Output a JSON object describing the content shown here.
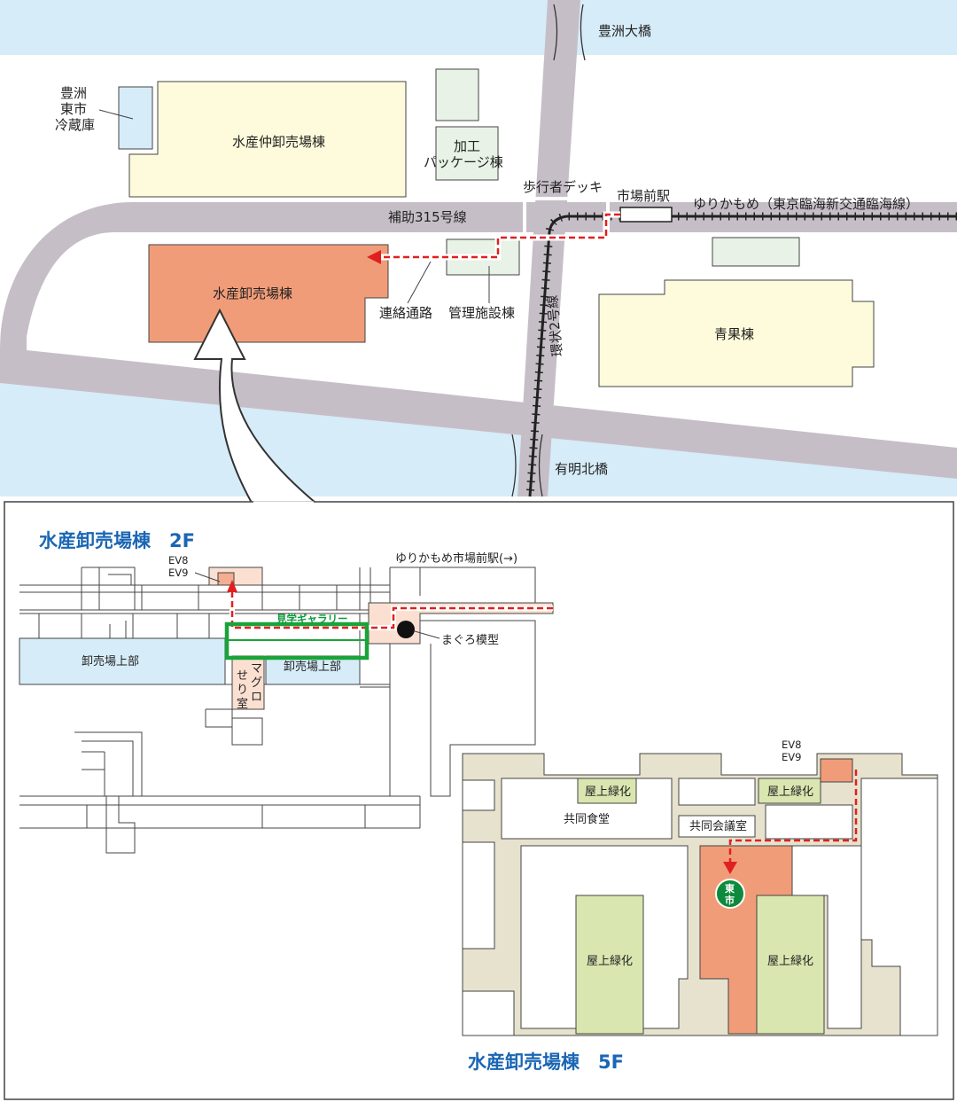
{
  "colors": {
    "water": "#d6ecf8",
    "road": "#c6bec7",
    "building_pale_yellow": "#fdfbdb",
    "building_pale_green": "#e8f2e6",
    "building_highlight": "#f19c79",
    "floor_plan_floor": "#e6e2ce",
    "rooftop_green": "#d9e6b0",
    "route_red": "#e02020",
    "gallery_green": "#1aa33a",
    "ev_orange": "#f4ae8f",
    "pale_pink": "#fbe0d2",
    "title_blue": "#1a66b3"
  },
  "map": {
    "bridge_top": "豊洲大橋",
    "bridge_bottom": "有明北橋",
    "cold_storage": [
      "豊洲",
      "東市",
      "冷蔵庫"
    ],
    "intermediate_wholesale": "水産仲卸売場棟",
    "processing_package": [
      "加工",
      "パッケージ棟"
    ],
    "pedestrian_deck": "歩行者デッキ",
    "station": "市場前駅",
    "yurikamome": "ゆりかもめ（東京臨海新交通臨海線）",
    "road_315": "補助315号線",
    "wholesale_building": "水産卸売場棟",
    "connecting_passage": "連絡通路",
    "management_building": "管理施設棟",
    "ring_road_2": "環状2号線",
    "vegetable_building": "青果棟"
  },
  "floor_2f": {
    "title": "水産卸売場棟　2F",
    "ev": [
      "EV8",
      "EV9"
    ],
    "station_direction": "ゆりかもめ市場前駅(→)",
    "gallery": "見学ギャラリー",
    "tuna_model": "まぐろ模型",
    "upper_left": "卸売場上部",
    "upper_right": "卸売場上部",
    "tuna_auction_room": [
      "マ",
      "グ",
      "ロ"
    ],
    "tuna_auction_room2": [
      "せ",
      "り",
      "室"
    ]
  },
  "floor_5f": {
    "title": "水産卸売場棟　5F",
    "ev": [
      "EV8",
      "EV9"
    ],
    "rooftop_green": "屋上緑化",
    "cafeteria": "共同食堂",
    "meeting_room": "共同会議室",
    "tohichi_badge": [
      "東",
      "市"
    ]
  }
}
